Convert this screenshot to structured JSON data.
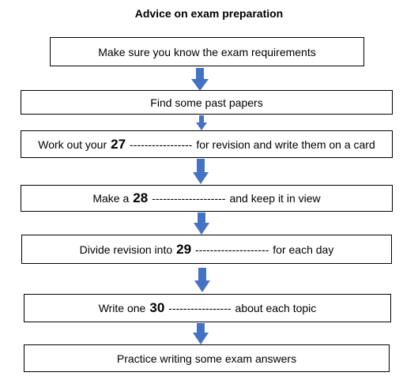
{
  "title": "Advice on exam preparation",
  "arrow_color": "#4472C4",
  "steps": [
    {
      "text": "Make sure you know the exam requirements"
    },
    {
      "text": "Find some past papers"
    },
    {
      "before": "Work out your",
      "number": "27",
      "dashes": "-----------------",
      "after": "for revision and write them on a card"
    },
    {
      "before": "Make a",
      "number": "28",
      "dashes": "--------------------",
      "after": "and keep it in view"
    },
    {
      "before": "Divide revision into",
      "number": "29",
      "dashes": "--------------------",
      "after": "for each day"
    },
    {
      "before": "Write one",
      "number": "30",
      "dashes": "-----------------",
      "after": "about each topic"
    },
    {
      "text": "Practice writing some exam answers"
    }
  ]
}
